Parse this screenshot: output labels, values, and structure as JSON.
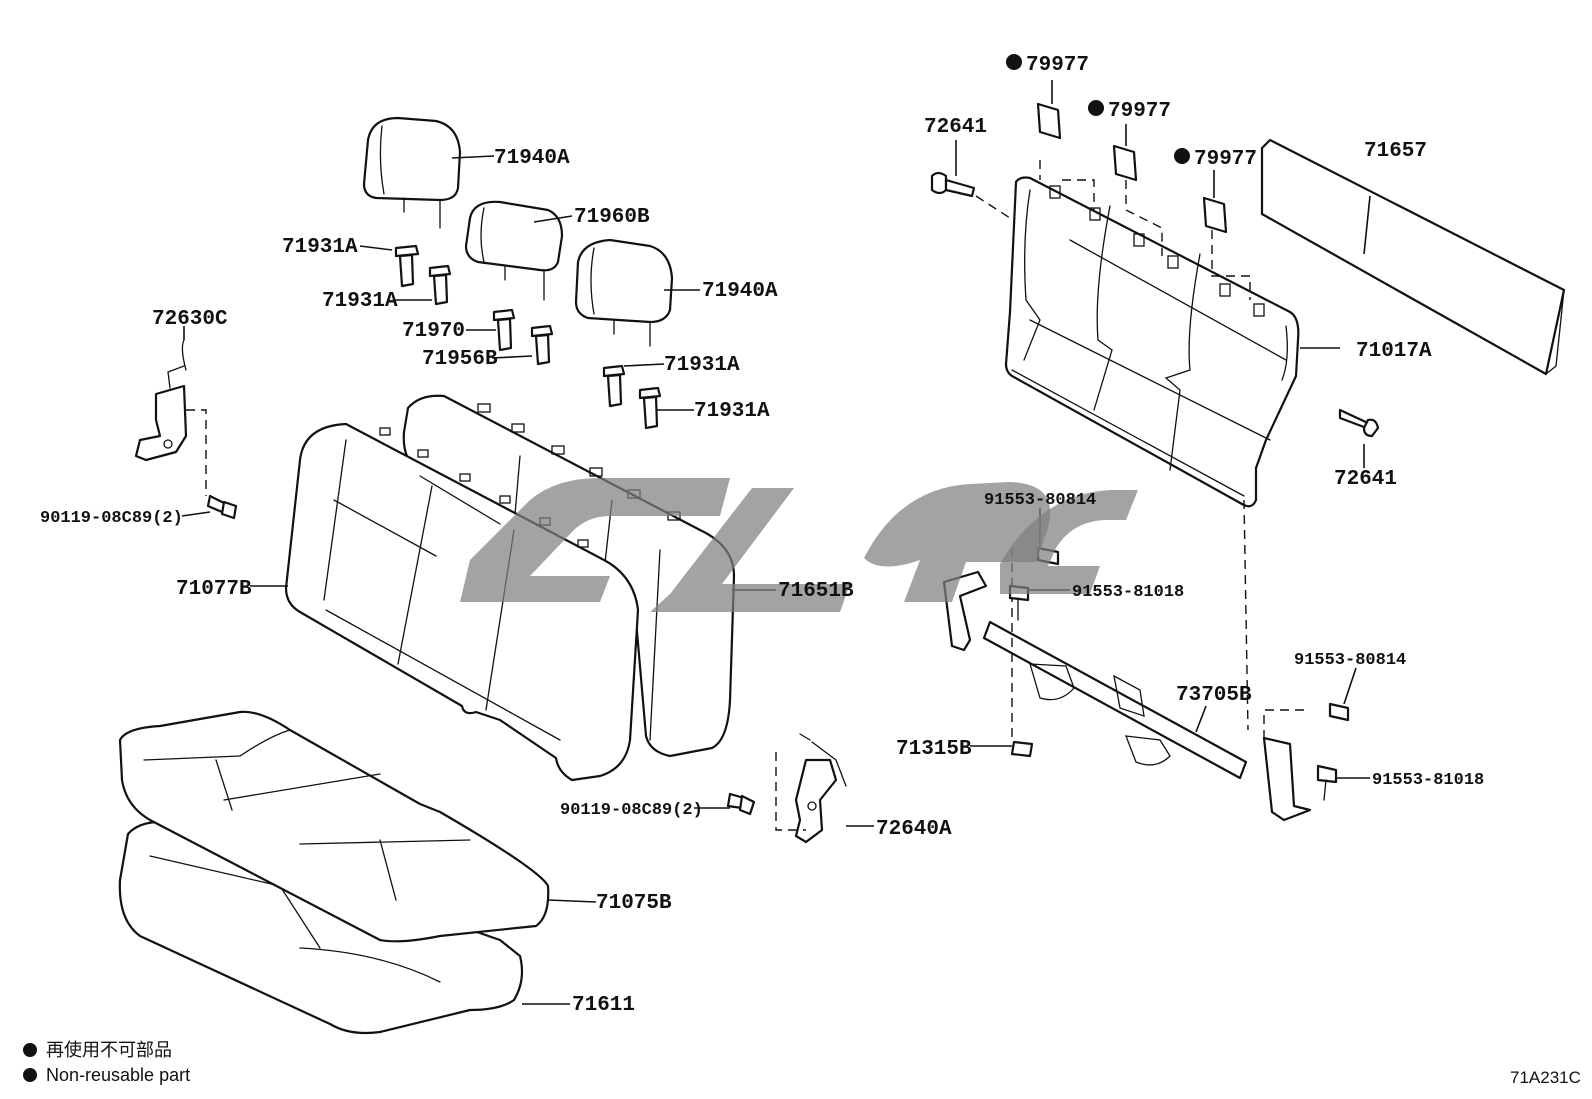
{
  "labels": {
    "headrest_left": "71940A",
    "headrest_center": "71960B",
    "headrest_right": "71940A",
    "guide_1": "71931A",
    "guide_2": "71931A",
    "guide_center_1": "71970",
    "guide_center_2": "71956B",
    "guide_3": "71931A",
    "guide_4": "71931A",
    "hinge_left": "72630C",
    "bolt_left": "90119-08C89(2)",
    "back_cover": "71077B",
    "back_pad": "71651B",
    "cushion_cover": "71075B",
    "cushion_pad": "71611",
    "bolt_right": "90119-08C89(2)",
    "hinge_right": "72640A",
    "label_1": "79977",
    "label_2": "79977",
    "label_3": "79977",
    "bolt_frame_left": "72641",
    "board": "71657",
    "frame": "71017A",
    "bolt_frame_right": "72641",
    "nut_1": "91553-80814",
    "nut_2": "91553-81018",
    "bar": "73705B",
    "bolt_bottom": "71315B",
    "nut_3": "91553-80814",
    "nut_4": "91553-81018"
  },
  "legend": {
    "chinese": "再使用不可部品",
    "english": "Non-reusable part"
  },
  "diagram_code": "71A231C",
  "colors": {
    "line": "#111111",
    "watermark": "#7f7f7f",
    "background": "#ffffff"
  }
}
